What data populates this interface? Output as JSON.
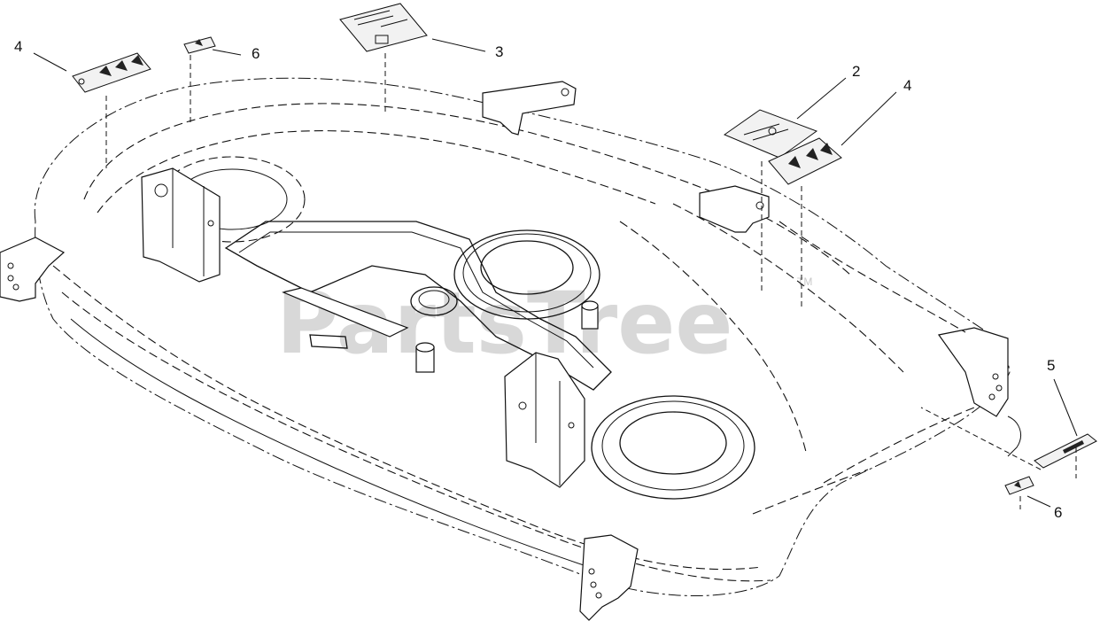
{
  "watermark": {
    "text": "PartsTree",
    "trademark": "TM"
  },
  "callouts": [
    {
      "id": "c-4-left",
      "label": "4"
    },
    {
      "id": "c-6-top",
      "label": "6"
    },
    {
      "id": "c-3",
      "label": "3"
    },
    {
      "id": "c-2",
      "label": "2"
    },
    {
      "id": "c-4-right",
      "label": "4"
    },
    {
      "id": "c-5",
      "label": "5"
    },
    {
      "id": "c-6-bottom",
      "label": "6"
    }
  ],
  "colors": {
    "line": "#111111",
    "watermark": "#d4d4d4",
    "background": "#ffffff"
  }
}
